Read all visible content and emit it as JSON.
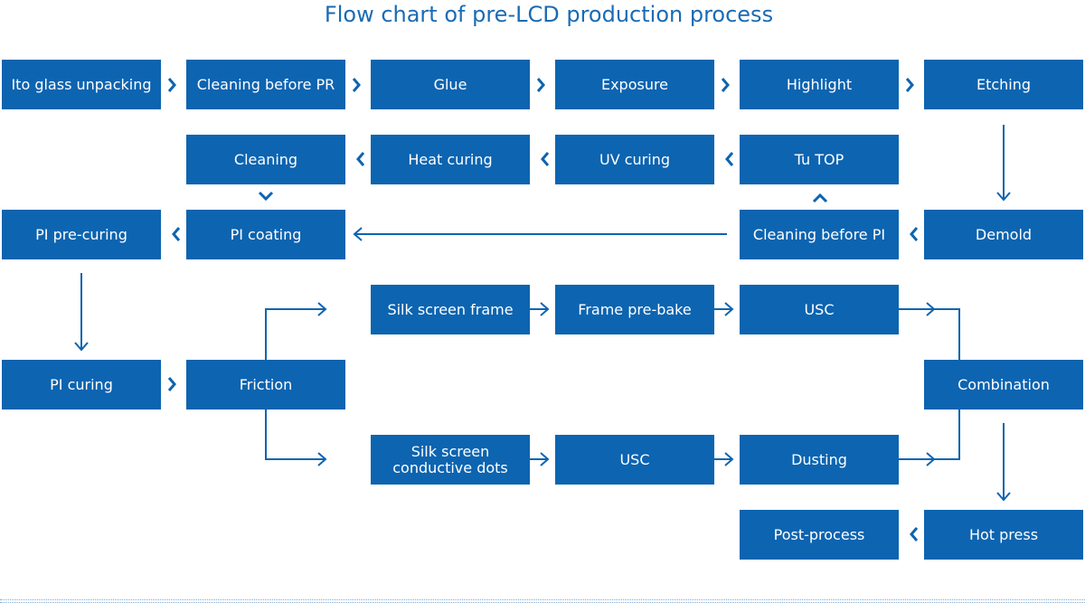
{
  "title": "Flow chart of pre-LCD production process",
  "colors": {
    "accent": "#0d64b0",
    "title": "#1a6bb5",
    "arrow": "#0d64b0"
  },
  "nodes": {
    "ito_glass_unpacking": "Ito glass unpacking",
    "cleaning_before_pr": "Cleaning before PR",
    "glue": "Glue",
    "exposure": "Exposure",
    "highlight": "Highlight",
    "etching": "Etching",
    "cleaning": "Cleaning",
    "heat_curing": "Heat curing",
    "uv_curing": "UV curing",
    "tu_top": "Tu TOP",
    "pi_pre_curing": "PI pre-curing",
    "pi_coating": "PI coating",
    "cleaning_before_pi": "Cleaning before PI",
    "demold": "Demold",
    "silk_screen_frame": "Silk screen frame",
    "frame_pre_bake": "Frame pre-bake",
    "usc_top": "USC",
    "pi_curing": "PI curing",
    "friction": "Friction",
    "combination": "Combination",
    "silk_screen_conductive_dots": "Silk screen\nconductive dots",
    "usc_bottom": "USC",
    "dusting": "Dusting",
    "post_process": "Post-process",
    "hot_press": "Hot press"
  }
}
